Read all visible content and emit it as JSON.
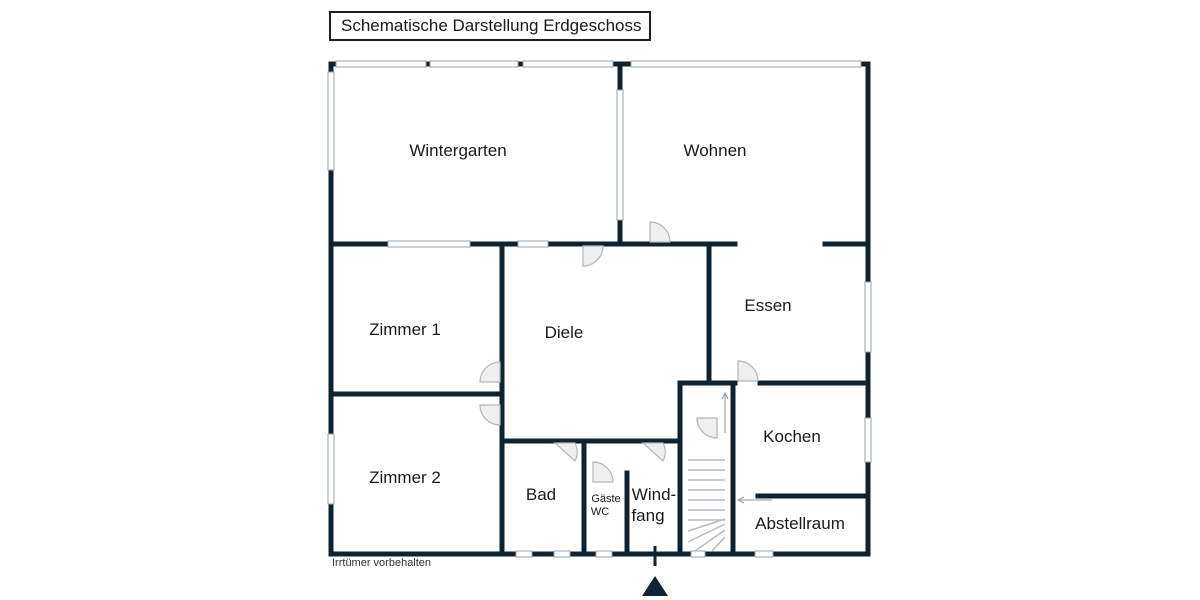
{
  "title": "Schematische Darstellung Erdgeschoss",
  "disclaimer": "Irrtümer vorbehalten",
  "rooms": {
    "wintergarten": "Wintergarten",
    "wohnen": "Wohnen",
    "zimmer1": "Zimmer 1",
    "diele": "Diele",
    "essen": "Essen",
    "kochen": "Kochen",
    "zimmer2": "Zimmer 2",
    "bad": "Bad",
    "gaeste_line1": "Gäste",
    "gaeste_line2": "WC",
    "windfang_line1": "Wind-",
    "windfang_line2": "fang",
    "abstellraum": "Abstellraum"
  },
  "colors": {
    "wall": "#0f2230",
    "window": "#9aa3a9",
    "door": "#b3b8bc"
  },
  "icons": {
    "entrance": "entrance-arrow-icon"
  }
}
